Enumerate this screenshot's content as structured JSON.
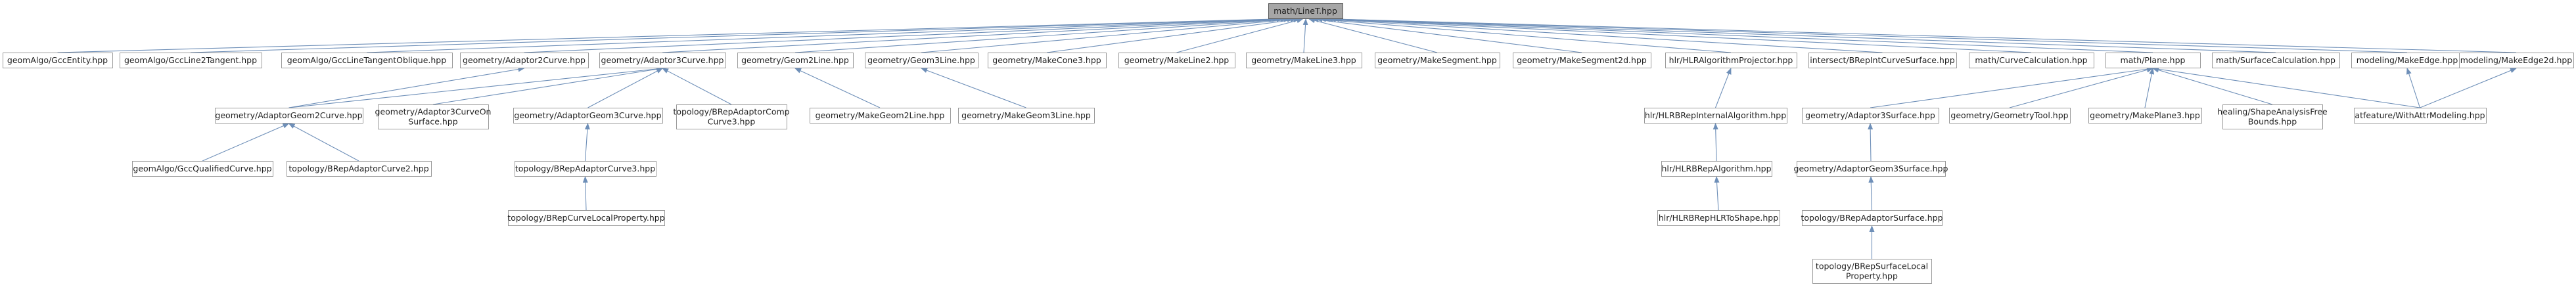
{
  "graph": {
    "root": "math/LineT.hpp",
    "nodes": {
      "root": {
        "label": [
          "math/LineT.hpp"
        ]
      },
      "gccentity": {
        "label": [
          "geomAlgo/GccEntity.hpp"
        ]
      },
      "gccline2tangent": {
        "label": [
          "geomAlgo/GccLine2Tangent.hpp"
        ]
      },
      "gcclinetangentoblique": {
        "label": [
          "geomAlgo/GccLineTangentOblique.hpp"
        ]
      },
      "adaptor2curve": {
        "label": [
          "geometry/Adaptor2Curve.hpp"
        ]
      },
      "adaptor3curve": {
        "label": [
          "geometry/Adaptor3Curve.hpp"
        ]
      },
      "geom2line": {
        "label": [
          "geometry/Geom2Line.hpp"
        ]
      },
      "geom3line": {
        "label": [
          "geometry/Geom3Line.hpp"
        ]
      },
      "makecone3": {
        "label": [
          "geometry/MakeCone3.hpp"
        ]
      },
      "makeline2": {
        "label": [
          "geometry/MakeLine2.hpp"
        ]
      },
      "makeline3": {
        "label": [
          "geometry/MakeLine3.hpp"
        ]
      },
      "makesegment": {
        "label": [
          "geometry/MakeSegment.hpp"
        ]
      },
      "makesegment2d": {
        "label": [
          "geometry/MakeSegment2d.hpp"
        ]
      },
      "hlralgorithmprojector": {
        "label": [
          "hlr/HLRAlgorithmProjector.hpp"
        ]
      },
      "breplintcurvesurface": {
        "label": [
          "intersect/BRepIntCurveSurface.hpp"
        ]
      },
      "curvecalculation": {
        "label": [
          "math/CurveCalculation.hpp"
        ]
      },
      "plane": {
        "label": [
          "math/Plane.hpp"
        ]
      },
      "surfacecalculation": {
        "label": [
          "math/SurfaceCalculation.hpp"
        ]
      },
      "makeedge": {
        "label": [
          "modeling/MakeEdge.hpp"
        ]
      },
      "makeedge2d": {
        "label": [
          "modeling/MakeEdge2d.hpp"
        ]
      },
      "adaptorgeom2curve": {
        "label": [
          "geometry/AdaptorGeom2Curve.hpp"
        ]
      },
      "adaptor3curveonsurface": {
        "label": [
          "geometry/Adaptor3CurveOn",
          "Surface.hpp"
        ]
      },
      "adaptorgeom3curve": {
        "label": [
          "geometry/AdaptorGeom3Curve.hpp"
        ]
      },
      "brepadaptorcompcurve3": {
        "label": [
          "topology/BRepAdaptorComp",
          "Curve3.hpp"
        ]
      },
      "makegeom2line": {
        "label": [
          "geometry/MakeGeom2Line.hpp"
        ]
      },
      "makegeom3line": {
        "label": [
          "geometry/MakeGeom3Line.hpp"
        ]
      },
      "hlrbrepinternalalgorithm": {
        "label": [
          "hlr/HLRBRepInternalAlgorithm.hpp"
        ]
      },
      "adaptor3surface": {
        "label": [
          "geometry/Adaptor3Surface.hpp"
        ]
      },
      "geometrytool": {
        "label": [
          "geometry/GeometryTool.hpp"
        ]
      },
      "makeplane3": {
        "label": [
          "geometry/MakePlane3.hpp"
        ]
      },
      "shapeanalysisfreebounds": {
        "label": [
          "healing/ShapeAnalysisFree",
          "Bounds.hpp"
        ]
      },
      "withattrmodeling": {
        "label": [
          "atfeature/WithAttrModeling.hpp"
        ]
      },
      "gccqualifiedcurve": {
        "label": [
          "geomAlgo/GccQualifiedCurve.hpp"
        ]
      },
      "brepadaptorcurve2": {
        "label": [
          "topology/BRepAdaptorCurve2.hpp"
        ]
      },
      "brepadaptorcurve3": {
        "label": [
          "topology/BRepAdaptorCurve3.hpp"
        ]
      },
      "hlrbrepalgorithm": {
        "label": [
          "hlr/HLRBRepAlgorithm.hpp"
        ]
      },
      "adaptorgeom3surface": {
        "label": [
          "geometry/AdaptorGeom3Surface.hpp"
        ]
      },
      "brepcurvelocalproperty": {
        "label": [
          "topology/BRepCurveLocalProperty.hpp"
        ]
      },
      "hlrbrephlrtoshape": {
        "label": [
          "hlr/HLRBRepHLRToShape.hpp"
        ]
      },
      "brepadaptorsurface": {
        "label": [
          "topology/BRepAdaptorSurface.hpp"
        ]
      },
      "brepsurfacelocalproperty": {
        "label": [
          "topology/BRepSurfaceLocal",
          "Property.hpp"
        ]
      }
    },
    "edges": [
      [
        "gccentity",
        "root"
      ],
      [
        "gccline2tangent",
        "root"
      ],
      [
        "gcclinetangentoblique",
        "root"
      ],
      [
        "adaptor2curve",
        "root"
      ],
      [
        "adaptor3curve",
        "root"
      ],
      [
        "geom2line",
        "root"
      ],
      [
        "geom3line",
        "root"
      ],
      [
        "makecone3",
        "root"
      ],
      [
        "makeline2",
        "root"
      ],
      [
        "makeline3",
        "root"
      ],
      [
        "makesegment",
        "root"
      ],
      [
        "makesegment2d",
        "root"
      ],
      [
        "hlralgorithmprojector",
        "root"
      ],
      [
        "breplintcurvesurface",
        "root"
      ],
      [
        "curvecalculation",
        "root"
      ],
      [
        "plane",
        "root"
      ],
      [
        "surfacecalculation",
        "root"
      ],
      [
        "makeedge",
        "root"
      ],
      [
        "makeedge2d",
        "root"
      ],
      [
        "adaptorgeom2curve",
        "adaptor2curve"
      ],
      [
        "adaptorgeom2curve",
        "adaptor3curve"
      ],
      [
        "adaptor3curveonsurface",
        "adaptor3curve"
      ],
      [
        "adaptorgeom3curve",
        "adaptor3curve"
      ],
      [
        "brepadaptorcompcurve3",
        "adaptor3curve"
      ],
      [
        "makegeom2line",
        "geom2line"
      ],
      [
        "makegeom3line",
        "geom3line"
      ],
      [
        "gccqualifiedcurve",
        "adaptorgeom2curve"
      ],
      [
        "brepadaptorcurve2",
        "adaptorgeom2curve"
      ],
      [
        "brepadaptorcurve3",
        "adaptorgeom3curve"
      ],
      [
        "brepcurvelocalproperty",
        "brepadaptorcurve3"
      ],
      [
        "hlrbrepinternalalgorithm",
        "hlralgorithmprojector"
      ],
      [
        "hlrbrepalgorithm",
        "hlrbrepinternalalgorithm"
      ],
      [
        "hlrbrephlrtoshape",
        "hlrbrepalgorithm"
      ],
      [
        "adaptor3surface",
        "plane"
      ],
      [
        "geometrytool",
        "plane"
      ],
      [
        "makeplane3",
        "plane"
      ],
      [
        "shapeanalysisfreebounds",
        "plane"
      ],
      [
        "withattrmodeling",
        "plane"
      ],
      [
        "withattrmodeling",
        "makeedge"
      ],
      [
        "withattrmodeling",
        "makeedge2d"
      ],
      [
        "adaptorgeom3surface",
        "adaptor3surface"
      ],
      [
        "brepadaptorsurface",
        "adaptorgeom3surface"
      ],
      [
        "brepsurfacelocalproperty",
        "brepadaptorsurface"
      ]
    ]
  }
}
